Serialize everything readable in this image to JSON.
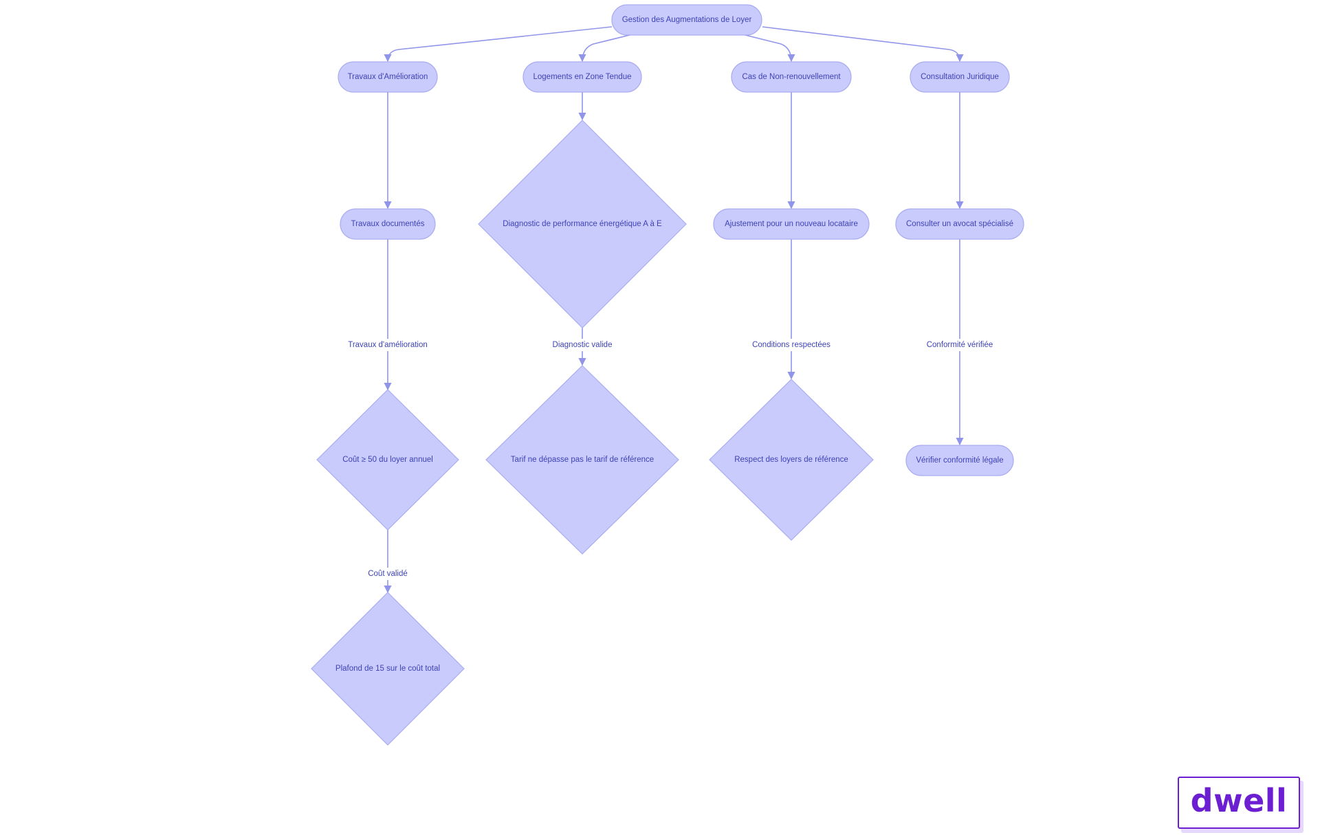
{
  "colors": {
    "node_fill": "#c9cbfd",
    "node_stroke": "#a9acf0",
    "edge": "#9095ea",
    "text": "#3e42b4",
    "logo": "#6b1fd0"
  },
  "nodes": {
    "root": "Gestion des Augmentations de Loyer",
    "travaux_amelioration": "Travaux d'Amélioration",
    "zone_tendue": "Logements en Zone Tendue",
    "non_renouvellement": "Cas de Non-renouvellement",
    "consultation": "Consultation Juridique",
    "travaux_documentes": "Travaux documentés",
    "diagnostic": "Diagnostic de performance énergétique A à E",
    "ajustement": "Ajustement pour un nouveau locataire",
    "consulter_avocat": "Consulter un avocat spécialisé",
    "cout_loyer": "Coût ≥ 50 du loyer annuel",
    "tarif": "Tarif ne dépasse pas le tarif de référence",
    "respect_loyers": "Respect des loyers de référence",
    "verifier_conformite": "Vérifier conformité légale",
    "plafond": "Plafond de 15 sur le coût total"
  },
  "edge_labels": {
    "travaux_amelioration": "Travaux d'amélioration",
    "diagnostic_valide": "Diagnostic valide",
    "conditions_respectees": "Conditions respectées",
    "conformite_verifiee": "Conformité vérifiée",
    "cout_valide": "Coût validé"
  },
  "logo": {
    "text": "dwell"
  }
}
